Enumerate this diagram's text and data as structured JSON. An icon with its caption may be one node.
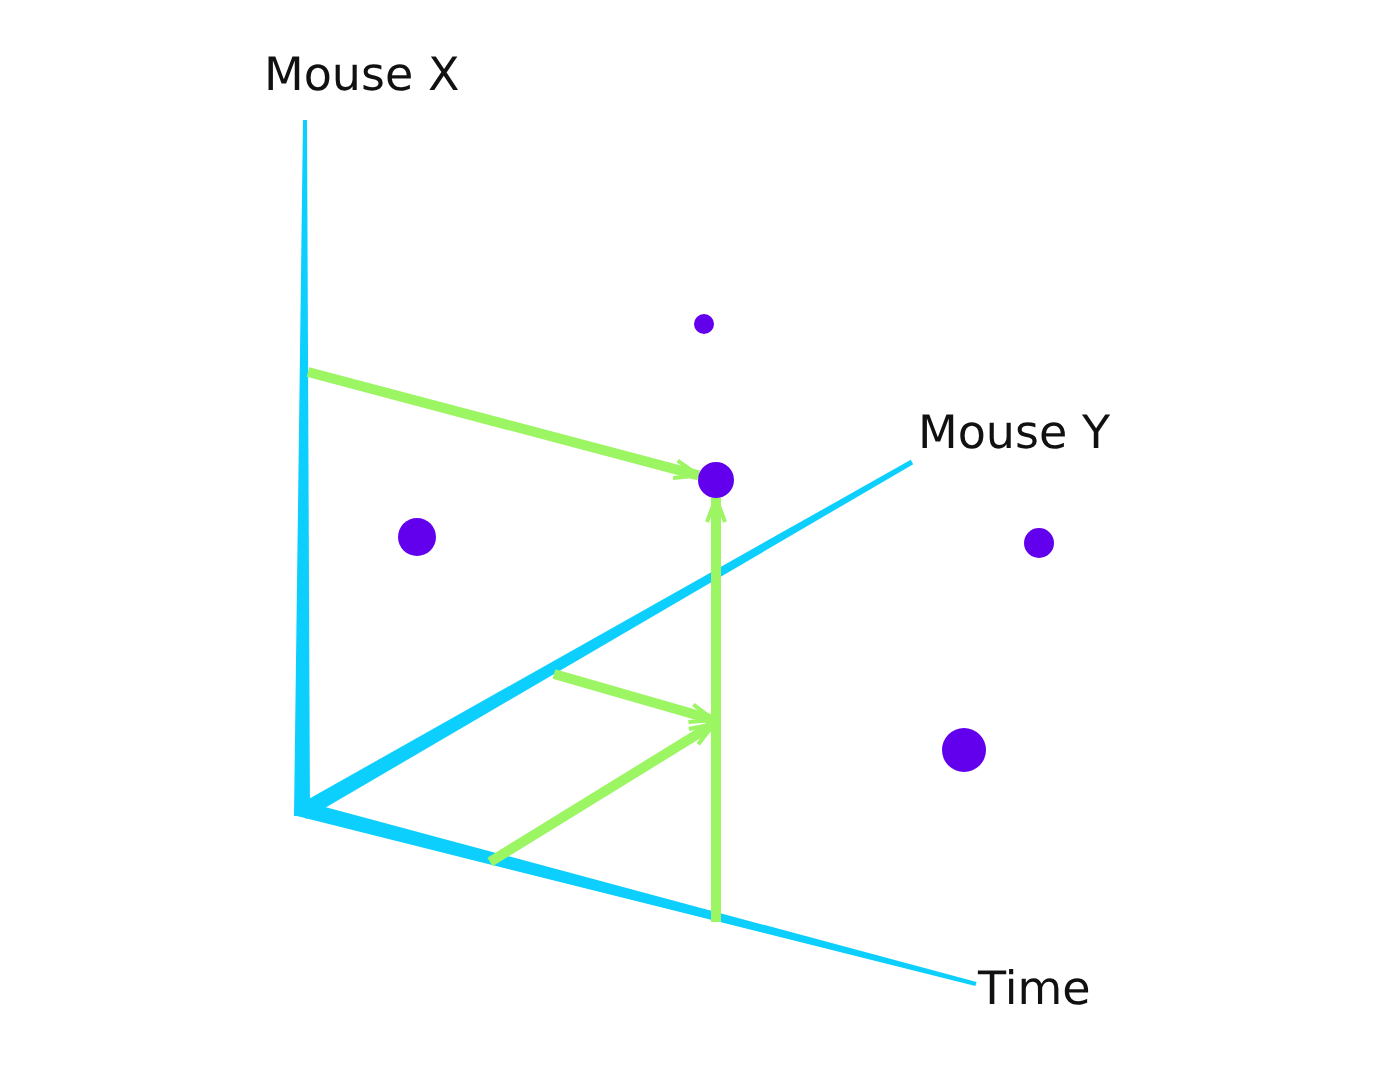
{
  "diagram": {
    "nodes": [
      {
        "text": [],
        "shape": "circle"
      },
      {
        "text": [],
        "shape": "circle"
      },
      {
        "text": [],
        "shape": "circle"
      },
      {
        "text": [],
        "shape": "circle"
      },
      {
        "text": [],
        "shape": "circle"
      }
    ],
    "edges": [
      {
        "from": null,
        "to": 2,
        "arrow": "to"
      },
      {
        "from": null,
        "to": 2,
        "arrow": "to"
      }
    ],
    "labels": [
      "Mouse X",
      "Mouse Y",
      "Time"
    ]
  }
}
